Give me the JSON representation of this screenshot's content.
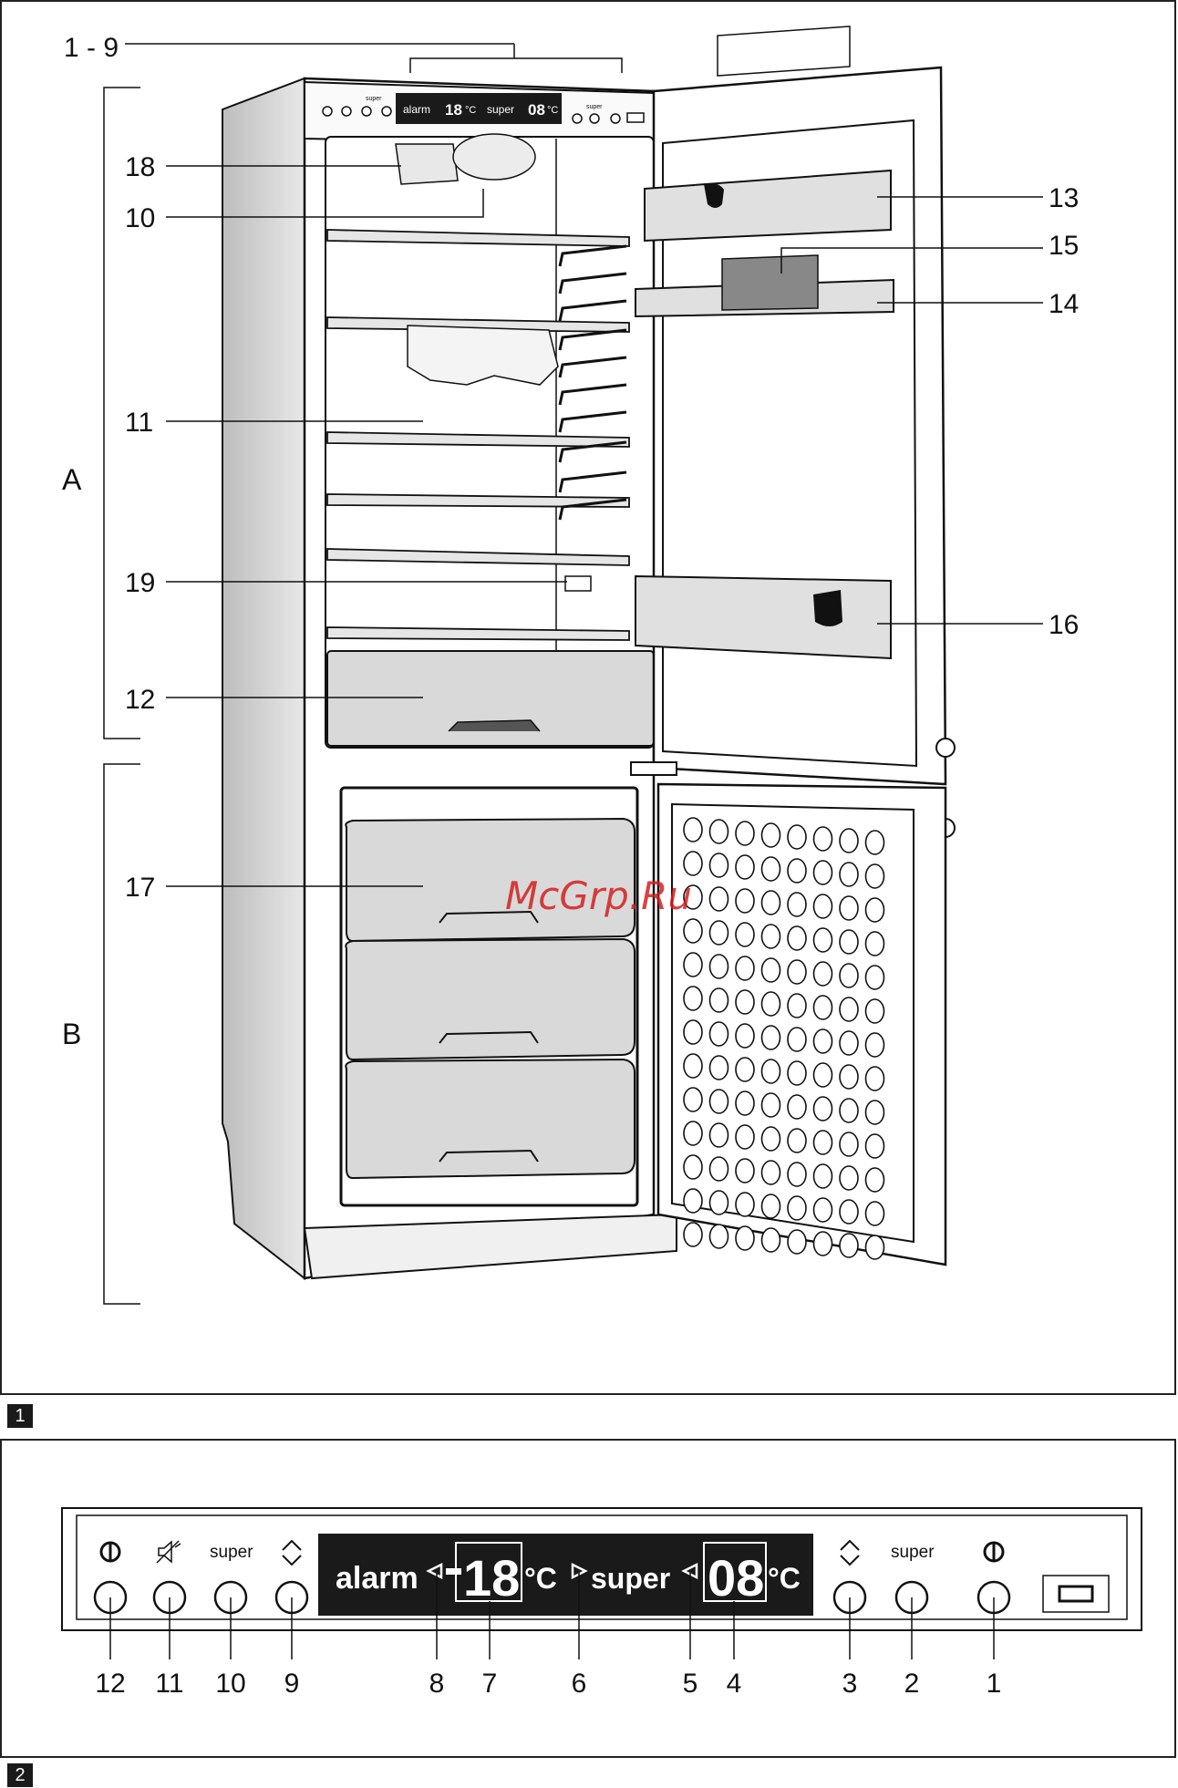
{
  "figure1": {
    "number": "1",
    "callouts": {
      "c1_9": "1 - 9",
      "c18": "18",
      "c10": "10",
      "c11": "11",
      "c19": "19",
      "c12": "12",
      "c17": "17",
      "c13": "13",
      "c15": "15",
      "c14": "14",
      "c16": "16"
    },
    "zones": {
      "a": "A",
      "b": "B"
    },
    "small_display": {
      "alarm": "alarm",
      "temp1": "18",
      "unit1": "°C",
      "super": "super",
      "temp2": "08",
      "unit2": "°C",
      "super_small": "super"
    },
    "watermark": "McGrp.Ru"
  },
  "figure2": {
    "number": "2",
    "display": {
      "alarm": "alarm",
      "temp_left": "18",
      "unit_left": "°C",
      "super": "super",
      "temp_right": "08",
      "unit_right": "°C"
    },
    "left_controls": {
      "super": "super"
    },
    "right_controls": {
      "super": "super"
    },
    "numbers": [
      "12",
      "11",
      "10",
      "9",
      "8",
      "7",
      "6",
      "5",
      "4",
      "3",
      "2",
      "1"
    ]
  },
  "colors": {
    "ink": "#111111",
    "display_bg": "#1a1a1a",
    "watermark": "#d42020",
    "gray_fill": "#d9d9d9"
  }
}
